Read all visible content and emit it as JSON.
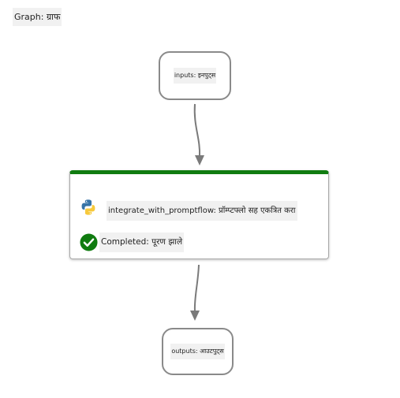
{
  "graph": {
    "title": "Graph: ग्राफ"
  },
  "nodes": {
    "inputs": {
      "label": "inputs: इनपुट्स"
    },
    "flow_step": {
      "name": "integrate_with_promptflow: प्रॉम्प्टफ्लो सह एकत्रित करा",
      "status": "Completed: पूरण झाले",
      "status_color": "#107c10",
      "icon": "python-icon"
    },
    "outputs": {
      "label": "outputs: आउटपुट्स"
    }
  },
  "colors": {
    "edge": "#7a7a7a",
    "node_border": "#8a8a8a",
    "header_accent": "#107c10",
    "label_background": "#f1f1f1"
  }
}
